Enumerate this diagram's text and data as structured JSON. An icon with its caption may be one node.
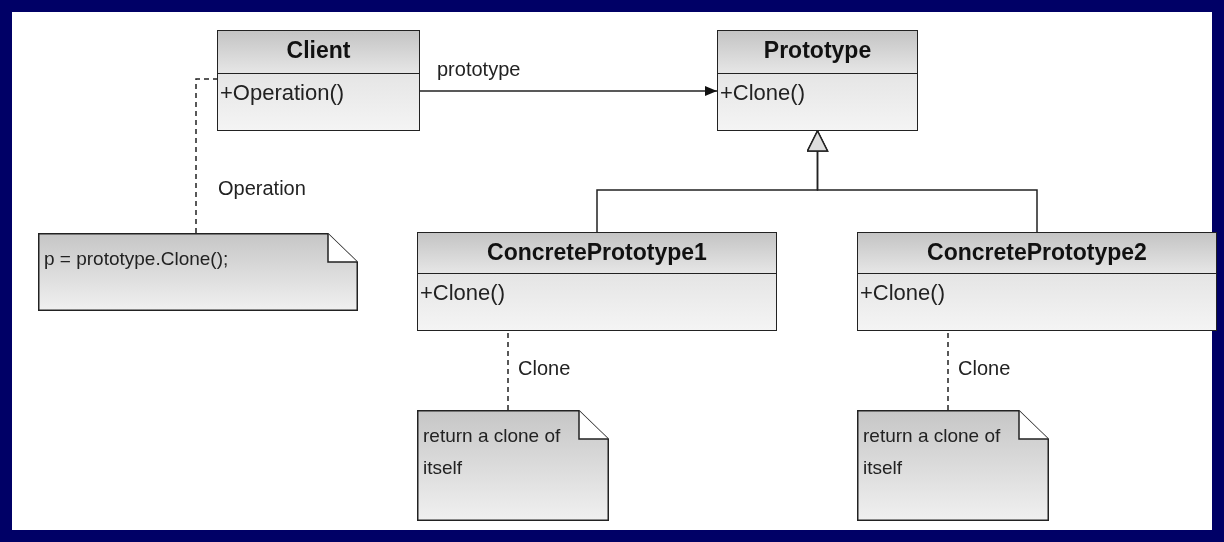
{
  "diagram": {
    "nodes": [
      {
        "text": [
          "Client",
          "+Operation()"
        ]
      },
      {
        "text": [
          "Prototype",
          "+Clone()"
        ]
      },
      {
        "text": [
          "p = prototype.Clone();"
        ]
      },
      {
        "text": [
          "ConcretePrototype1",
          "+Clone()"
        ]
      },
      {
        "text": [
          "ConcretePrototype2",
          "+Clone()"
        ]
      },
      {
        "text": [
          "return a clone of itself"
        ]
      },
      {
        "text": [
          "return a clone of itself"
        ]
      }
    ],
    "edges": [
      {
        "from": 0,
        "to": 1,
        "arrow": "to",
        "label": "prototype"
      },
      {
        "from": 3,
        "to": 1,
        "arrow": "to"
      },
      {
        "from": 4,
        "to": 1,
        "arrow": "to"
      },
      {
        "from": 2,
        "to": 0,
        "arrow": "none",
        "label": "Operation",
        "style": "dashed"
      },
      {
        "from": 5,
        "to": 3,
        "arrow": "none",
        "label": "Clone",
        "style": "dashed"
      },
      {
        "from": 6,
        "to": 4,
        "arrow": "none",
        "label": "Clone",
        "style": "dashed"
      }
    ]
  }
}
